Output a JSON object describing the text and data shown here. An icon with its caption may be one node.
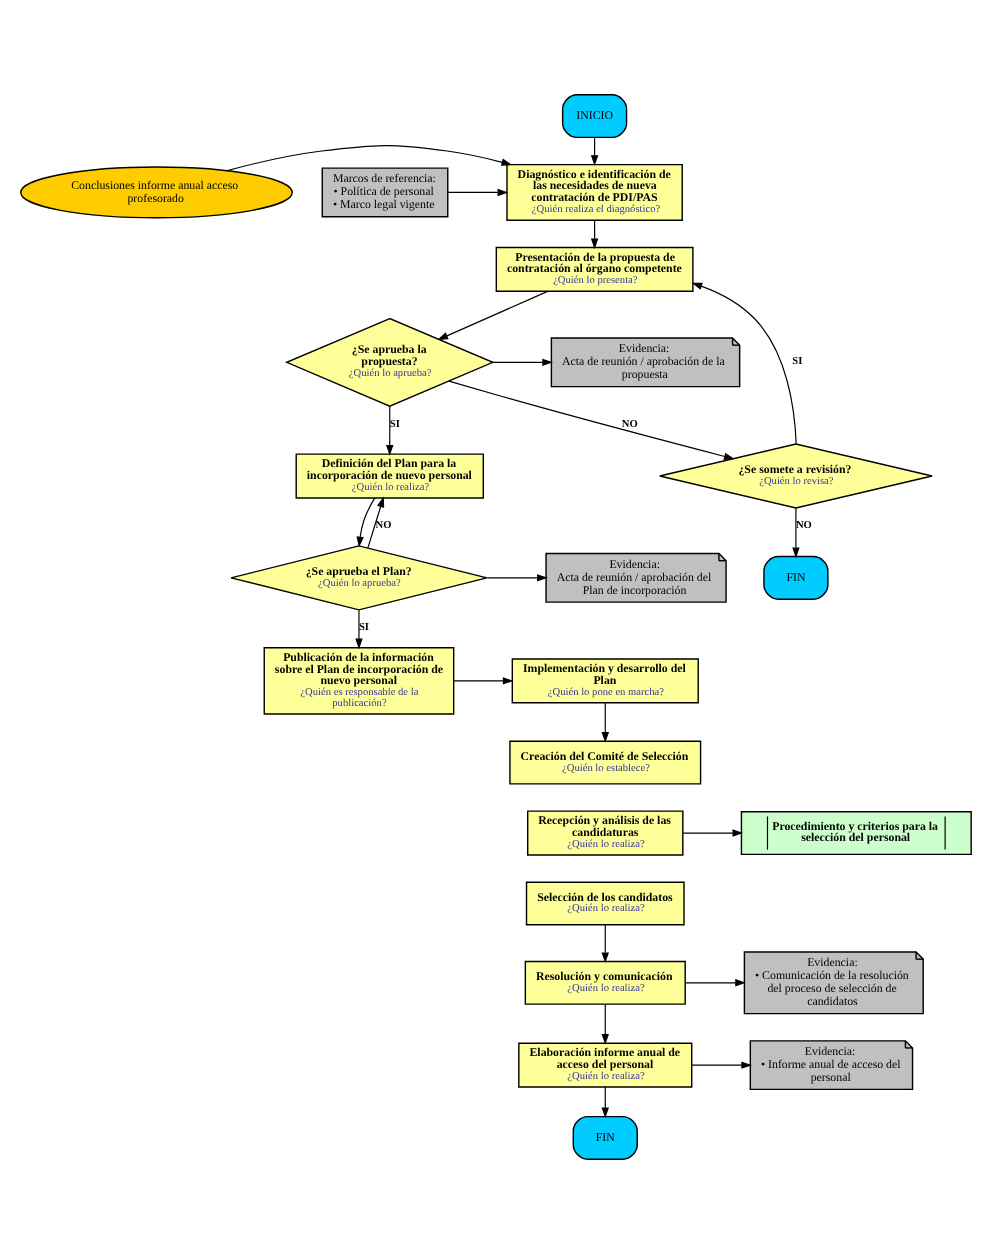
{
  "diagram": {
    "nodes": [
      {
        "text": [
          "INICIO"
        ]
      },
      {
        "text": [
          "Conclusiones informe anual acceso profesorado"
        ]
      },
      {
        "text": [
          "Diagnóstico e identificación de las necesidades de nueva contratación de PDI/PAS",
          "¿Quién realiza el diagnóstico?"
        ]
      },
      {
        "text": [
          "Marcos de referencia:",
          "• Política de personal",
          "• Marco legal vigente"
        ]
      },
      {
        "text": [
          "Presentación de la propuesta de contratación al órgano competente",
          "¿Quién lo presenta?"
        ]
      },
      {
        "text": [
          "¿Se aprueba la propuesta?",
          "¿Quién lo aprueba?"
        ]
      },
      {
        "text": [
          "Evidencia:",
          "Acta de reunión / aprobación de la propuesta"
        ]
      },
      {
        "text": [
          "¿Se somete a revisión?",
          "¿Quién lo revisa?"
        ]
      },
      {
        "text": [
          "FIN"
        ]
      },
      {
        "text": [
          "Definición del Plan para la incorporación de nuevo personal",
          "¿Quién lo realiza?"
        ]
      },
      {
        "text": [
          "¿Se aprueba el Plan?",
          "¿Quién lo aprueba?"
        ]
      },
      {
        "text": [
          "Evidencia:",
          "Acta de reunión / aprobación del Plan de incorporación"
        ]
      },
      {
        "text": [
          "Publicación de la información sobre el Plan de incorporación de nuevo personal",
          "¿Quién es responsable de la publicación?"
        ]
      },
      {
        "text": [
          "Implementación y desarrollo del Plan",
          "¿Quién lo pone en marcha?"
        ]
      },
      {
        "text": [
          "Creación del Comité de Selección",
          "¿Quién lo establece?"
        ]
      },
      {
        "text": [
          "Recepción y análisis de las candidaturas",
          "¿Quién lo realiza?"
        ]
      },
      {
        "text": [
          "Selección de los candidatos",
          "¿Quién lo realiza?"
        ]
      },
      {
        "text": [
          "Procedimiento y criterios para la selección del personal"
        ]
      },
      {
        "text": [
          "Resolución y comunicación",
          "¿Quién lo realiza?"
        ]
      },
      {
        "text": [
          "Evidencia:",
          "• Comunicación de la resolución del proceso de selección de candidatos"
        ]
      },
      {
        "text": [
          "Elaboración informe anual de acceso del personal",
          "¿Quién lo realiza?"
        ]
      },
      {
        "text": [
          "Evidencia:",
          "• Informe anual de acceso del personal"
        ]
      },
      {
        "text": [
          "FIN"
        ]
      }
    ],
    "edges": [
      {
        "from": 0,
        "to": 2,
        "arrow": "to"
      },
      {
        "from": 1,
        "to": 2,
        "arrow": "to"
      },
      {
        "from": 3,
        "to": 2,
        "arrow": "to"
      },
      {
        "from": 2,
        "to": 4,
        "arrow": "to"
      },
      {
        "from": 4,
        "to": 5,
        "arrow": "to"
      },
      {
        "from": 5,
        "to": 6,
        "arrow": "to"
      },
      {
        "from": 5,
        "to": 7,
        "arrow": "to",
        "label": "NO"
      },
      {
        "from": 5,
        "to": 9,
        "arrow": "to",
        "label": "SI"
      },
      {
        "from": 7,
        "to": 4,
        "arrow": "to",
        "label": "SI"
      },
      {
        "from": 7,
        "to": 8,
        "arrow": "to",
        "label": "NO"
      },
      {
        "from": 9,
        "to": 10,
        "arrow": "to"
      },
      {
        "from": 10,
        "to": 11,
        "arrow": "to"
      },
      {
        "from": 10,
        "to": 9,
        "arrow": "to",
        "label": "NO"
      },
      {
        "from": 10,
        "to": 12,
        "arrow": "to",
        "label": "SI"
      },
      {
        "from": 12,
        "to": 13,
        "arrow": "to"
      },
      {
        "from": 13,
        "to": 14,
        "arrow": "to"
      },
      {
        "from": 15,
        "to": 17,
        "arrow": "to"
      },
      {
        "from": 16,
        "to": 18,
        "arrow": "to"
      },
      {
        "from": 18,
        "to": 19,
        "arrow": "to"
      },
      {
        "from": 18,
        "to": 20,
        "arrow": "to"
      },
      {
        "from": 20,
        "to": 21,
        "arrow": "to"
      },
      {
        "from": 20,
        "to": 22,
        "arrow": "to"
      }
    ]
  }
}
